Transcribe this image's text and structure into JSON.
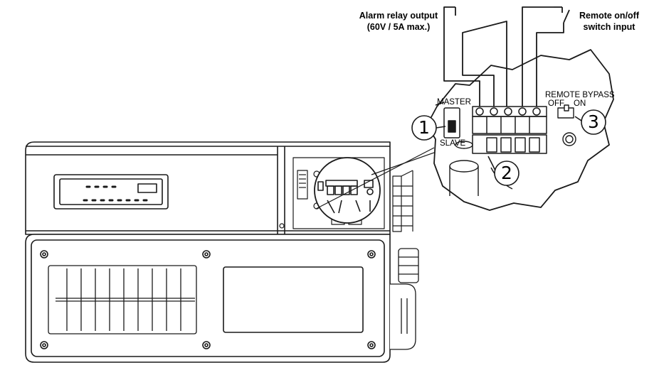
{
  "labels": {
    "alarm_line1": "Alarm relay output",
    "alarm_line2": "(60V / 5A max.)",
    "remote_line1": "Remote on/off",
    "remote_line2": "switch input",
    "master": "MASTER",
    "slave": "SLAVE",
    "remote_bypass": "REMOTE BYPASS",
    "off": "OFF",
    "on": "ON"
  },
  "callouts": {
    "one": "1",
    "two": "2",
    "three": "3"
  },
  "colors": {
    "stroke": "#1a1a1a",
    "background": "#ffffff"
  }
}
